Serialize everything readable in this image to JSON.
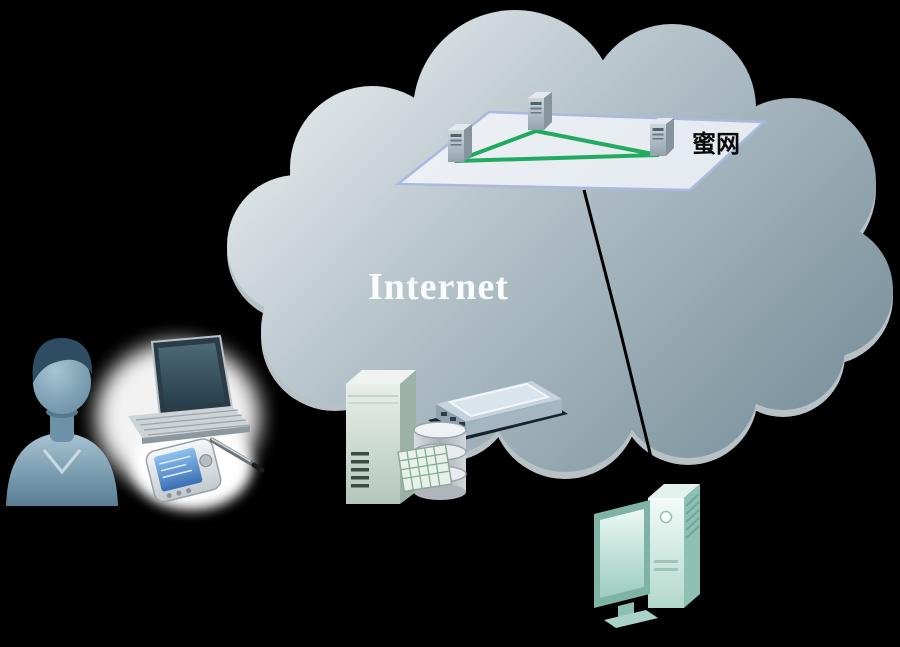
{
  "labels": {
    "internet": "Internet",
    "honeynet": "蜜网"
  },
  "diagram": {
    "type": "network-topology",
    "nodes": [
      {
        "id": "user",
        "icon": "person-icon"
      },
      {
        "id": "laptop",
        "icon": "laptop-icon"
      },
      {
        "id": "handheld",
        "icon": "pda-with-stylus-icon"
      },
      {
        "id": "gateway-server",
        "icon": "server-tower-icon"
      },
      {
        "id": "database",
        "icon": "database-cylinders-icon"
      },
      {
        "id": "switch",
        "icon": "network-switch-icon"
      },
      {
        "id": "internet-cloud",
        "icon": "cloud-icon",
        "label": "Internet"
      },
      {
        "id": "honeynet",
        "icon": "mini-server-icons",
        "label": "蜜网",
        "server_count": 3
      },
      {
        "id": "honeypot-computer",
        "icon": "desktop-computer-icon"
      }
    ],
    "edges": [
      {
        "from": "honeynet-server-1",
        "to": "honeynet-server-2",
        "style": "green-link"
      },
      {
        "from": "honeynet-server-2",
        "to": "honeynet-server-3",
        "style": "green-link"
      },
      {
        "from": "honeynet-server-1",
        "to": "honeynet-server-3",
        "style": "green-link"
      },
      {
        "from": "honeynet-platform",
        "to": "honeypot-computer",
        "style": "black-line"
      }
    ]
  },
  "colors": {
    "background": "#000000",
    "cloud_light": "#e8ecee",
    "cloud_dark": "#7f959f",
    "honeynet_link_green": "#22ab60",
    "platform_border": "#a9b9e2",
    "connection_line": "#000000",
    "computer_teal": "#b9dcd2",
    "avatar_blue": "#5c8197"
  }
}
